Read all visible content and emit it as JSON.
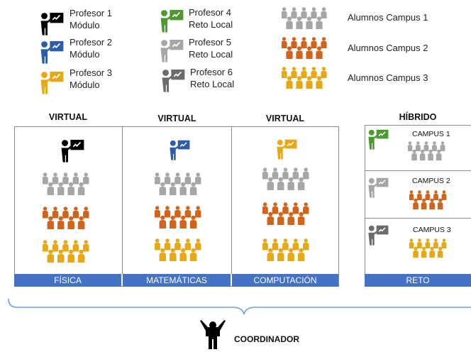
{
  "legend": {
    "teachers": [
      {
        "line1": "Profesor 1",
        "line2": "Módulo",
        "color": "#000000",
        "icon": "teacher-icon"
      },
      {
        "line1": "Profesor 2",
        "line2": "Módulo",
        "color": "#2e5da8",
        "icon": "teacher-icon"
      },
      {
        "line1": "Profesor 3",
        "line2": "Módulo",
        "color": "#e6a817",
        "icon": "teacher-icon"
      },
      {
        "line1": "Profesor 4",
        "line2": "Reto Local",
        "color": "#4b9a2f",
        "icon": "teacher-icon"
      },
      {
        "line1": "Profesor 5",
        "line2": "Reto Local",
        "color": "#a6a6a6",
        "icon": "teacher-icon"
      },
      {
        "line1": "Profesor 6",
        "line2": "Reto Local",
        "color": "#6b6b6b",
        "icon": "teacher-icon"
      }
    ],
    "students": [
      {
        "label": "Alumnos Campus 1",
        "color": "#a6a6a6",
        "icon": "students-group-icon"
      },
      {
        "label": "Alumnos Campus 2",
        "color": "#d0641c",
        "icon": "students-group-icon"
      },
      {
        "label": "Alumnos Campus 3",
        "color": "#e6a817",
        "icon": "students-group-icon"
      }
    ]
  },
  "columns": [
    {
      "heading": "VIRTUAL",
      "bar": "FÍSICA",
      "teacher_color": "#000000"
    },
    {
      "heading": "VIRTUAL",
      "bar": "MATEMÁTICAS",
      "teacher_color": "#2e5da8"
    },
    {
      "heading": "VIRTUAL",
      "bar": "COMPUTACIÓN",
      "teacher_color": "#e6a817"
    }
  ],
  "hybrid": {
    "heading": "HÍBRIDO",
    "bar": "RETO",
    "campuses": [
      {
        "label": "CAMPUS 1",
        "teacher_color": "#4b9a2f",
        "students_color": "#a6a6a6"
      },
      {
        "label": "CAMPUS 2",
        "teacher_color": "#a6a6a6",
        "students_color": "#d0641c"
      },
      {
        "label": "CAMPUS 3",
        "teacher_color": "#6b6b6b",
        "students_color": "#e6a817"
      }
    ]
  },
  "coordinator": {
    "label": "COORDINADOR",
    "icon": "conductor-icon"
  },
  "colors": {
    "bar": "#4472c4",
    "border": "#8c8c8c",
    "brace": "#6e9ed6"
  }
}
